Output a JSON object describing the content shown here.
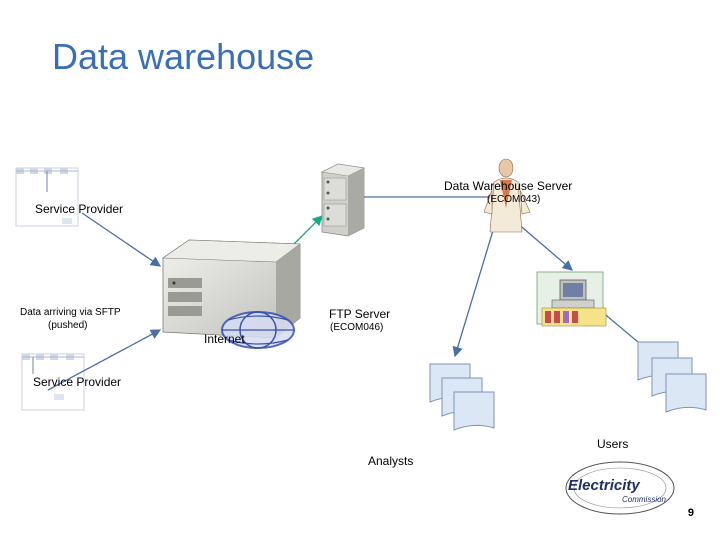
{
  "title": "Data warehouse",
  "labels": {
    "dw_server": "Data Warehouse Server",
    "dw_server_id": "(ECOM043)",
    "service_provider_top": "Service Provider",
    "service_provider_bottom": "Service Provider",
    "sftp_line1": "Data arriving via SFTP",
    "sftp_line2": "(pushed)",
    "ftp_server": "FTP Server",
    "ftp_server_id": "(ECOM046)",
    "internet": "Internet",
    "users": "Users",
    "analysts": "Analysts"
  },
  "logo": {
    "name": "Electricity",
    "sub": "Commission"
  },
  "page_number": "9",
  "colors": {
    "title": "#3a6fb8",
    "connector_blue": "#4a6fa5",
    "connector_teal": "#1aa88c"
  }
}
